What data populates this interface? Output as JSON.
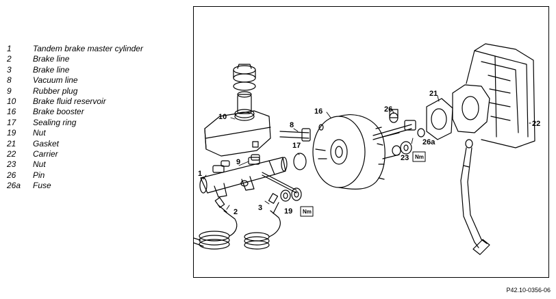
{
  "legend": [
    {
      "num": "1",
      "label": "Tandem brake master cylinder"
    },
    {
      "num": "2",
      "label": "Brake line"
    },
    {
      "num": "3",
      "label": "Brake line"
    },
    {
      "num": "8",
      "label": "Vacuum line"
    },
    {
      "num": "9",
      "label": "Rubber plug"
    },
    {
      "num": "10",
      "label": "Brake fluid reservoir"
    },
    {
      "num": "16",
      "label": "Brake booster"
    },
    {
      "num": "17",
      "label": "Sealing ring"
    },
    {
      "num": "19",
      "label": "Nut"
    },
    {
      "num": "21",
      "label": "Gasket"
    },
    {
      "num": "22",
      "label": "Carrier"
    },
    {
      "num": "23",
      "label": "Nut"
    },
    {
      "num": "26",
      "label": "Pin"
    },
    {
      "num": "26a",
      "label": "Fuse"
    }
  ],
  "callouts": {
    "c1": "1",
    "c2": "2",
    "c3": "3",
    "c8": "8",
    "c9": "9",
    "c10": "10",
    "c16": "16",
    "c17": "17",
    "c19": "19",
    "c21": "21",
    "c22": "22",
    "c23": "23",
    "c26": "26",
    "c26a": "26a"
  },
  "torque_symbol": "Nm",
  "figure_id": "P42.10-0356-06"
}
